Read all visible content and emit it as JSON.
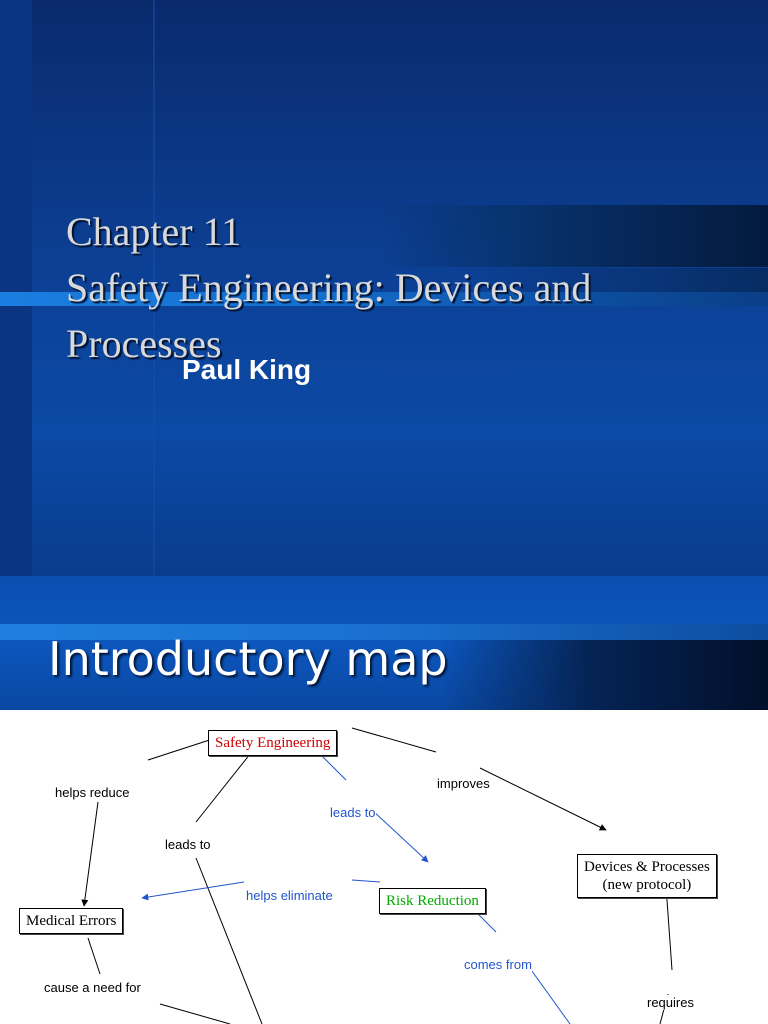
{
  "slide1": {
    "title_line1": "Chapter 11",
    "title_line2": "Safety Engineering: Devices and",
    "title_line3": "Processes",
    "author": "Paul King",
    "colors": {
      "background": "#0c3f93",
      "title_text": "#d9d9d9",
      "author_text": "#ffffff"
    }
  },
  "slide2": {
    "title": "Introductory map",
    "colors": {
      "header": "#0c56bd",
      "black_link": "#000000",
      "blue_link": "#2255cc",
      "safety_engineering_text": "#cc0000",
      "risk_reduction_text": "#00aa00"
    },
    "nodes": {
      "safety_engineering": "Safety Engineering",
      "medical_errors": "Medical Errors",
      "risk_reduction": "Risk Reduction",
      "devices_processes_line1": "Devices & Processes",
      "devices_processes_line2": "(new protocol)"
    },
    "links": {
      "helps_reduce": "helps reduce",
      "leads_to_left": "leads to",
      "leads_to_blue": "leads to",
      "improves": "improves",
      "helps_eliminate": "helps eliminate",
      "cause_a_need_for": "cause a need for",
      "comes_from": "comes from",
      "requires": "requires"
    }
  }
}
